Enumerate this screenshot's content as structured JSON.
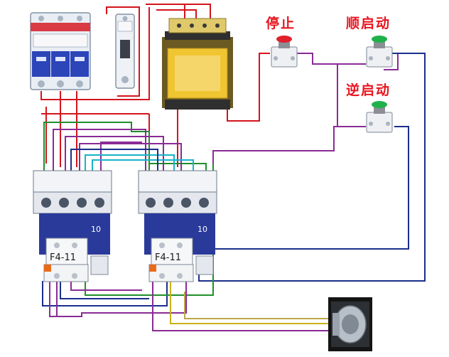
{
  "labels": {
    "stop": "停止",
    "forward_start": "顺启动",
    "reverse_start": "逆启动"
  },
  "contactors": {
    "left": {
      "model": "F4-11",
      "rating": "10"
    },
    "right": {
      "model": "F4-11",
      "rating": "10"
    }
  },
  "colors": {
    "red_wire": "#d4141c",
    "green_wire": "#1f8f2c",
    "purple_wire": "#8a2b96",
    "cyan_wire": "#19b3c9",
    "blue_wire": "#1c2f8c",
    "yellow_wire": "#c9b21a",
    "stop_cap": "#e0202a",
    "start_cap": "#21b14a",
    "contactor_blue": "#2a3a9a"
  },
  "icons": [
    "breaker-3p",
    "breaker-1p",
    "control-transformer",
    "push-button",
    "ac-contactor",
    "motor"
  ]
}
